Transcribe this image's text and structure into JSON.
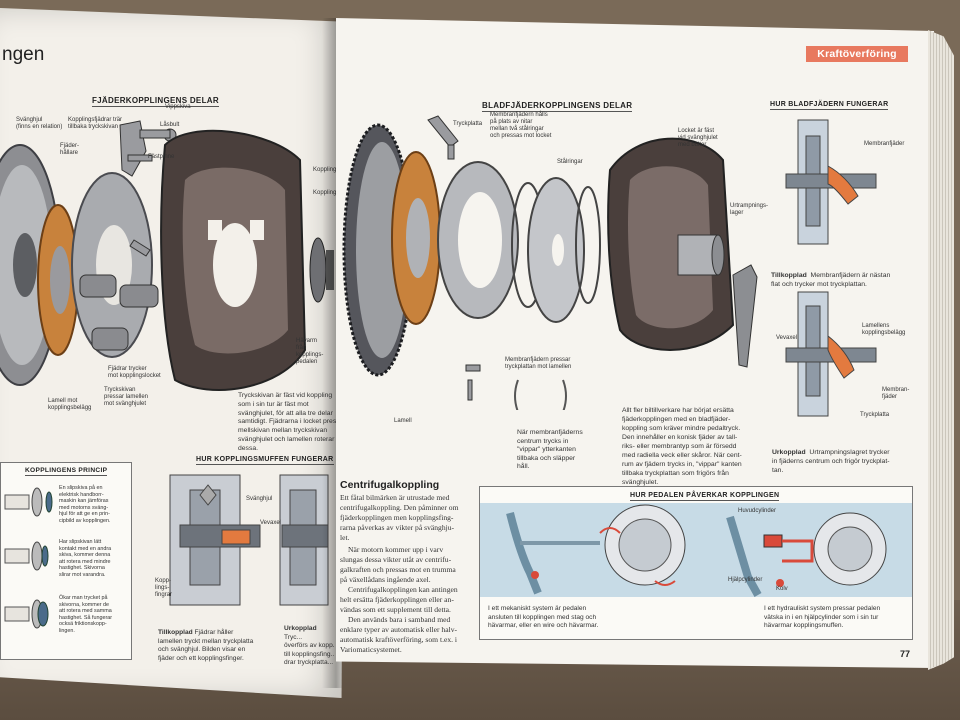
{
  "left": {
    "heading": "ngen",
    "section_title": "FJÄDERKOPPLINGENS DELAR",
    "labels": {
      "svanghjul": "Svänghjul\n(finns en relation)",
      "kopplingsfjader": "Kopplingsfjädrar trär\ntillbaka tryckskivan",
      "fjaderhallare": "Fjäder-\nhållare",
      "vippskiva": "Vippskiva",
      "lasbult": "Låsbult",
      "fastpinne": "Fästpinne",
      "koppling": "Koppling",
      "kopplingsfl": "Kopplings-",
      "lamell": "Lamell mot\nkopplingsbelägg",
      "fjadrar_trycker": "Fjädrar trycker\nmot kopplingslocket",
      "tryckskivan_pressar": "Tryckskivan\npressar lamellen\nmot svänghjulet",
      "havarm": "Hävarm\nfrån\nkopplings-\npedalen"
    },
    "body_text": "Tryckskivan är fäst vid koppling\nsom i sin tur är fäst mot\nsvänghjulet, för att alla tre delar\nsamtidigt. Fjädrarna i locket pressa\nmellskivan mellan tryckskivan\nsvänghjulet och lamellen roterar\ndessa.",
    "muff_title": "HUR KOPPLINGSMUFFEN FUNGERAR",
    "muff_labels": {
      "svanghjul": "Svänghjul",
      "vevaxel": "Vevaxel",
      "kopplingsfingrar": "Kopp-\nlings-\nfingrar"
    },
    "tillkopplad_label": "Tillkopplad",
    "tillkopplad_text": "Fjädrar håller\nlamellen tryckt mellan tryckplatta\noch svänghjul. Bilden visar en\nfjäder och ett kopplingsfinger.",
    "urkopplad_label": "Urkopplad",
    "urkopplad_text": "Tryc...\növerförs av kopp...\ntill kopplingsfing...\ndrar tryckplatta...",
    "princip_title": "KOPPLINGENS PRINCIP",
    "princip_1": "En slipskiva på en\nelektrisk handborr-\nmaskin kan jämföras\nmed motorns sväng-\nhjul för att ge en prin-\ncipbild av kopplingen.",
    "princip_2": "Har slipskivan lätt\nkontakt med en andra\nskiva, kommer denna\natt rotera med mindre\nhastighet. Skivorna\nslirar mot varandra.",
    "princip_3": "Ökar man trycket på\nskivorna, kommer de\natt rotera med samma\nhastighet. Så fungerar\nocksä friktionskopp-\nlingen."
  },
  "right": {
    "category_tab": "Kraftöverföring",
    "section_title": "BLADFJÄDERKOPPLINGENS DELAR",
    "labels": {
      "tryckplatta": "Tryckplatta",
      "membran_halls": "Membranfjädern hålls\npå plats av nitar\nmellan två stålringar\noch pressas mot locket",
      "stalringar": "Stålringar",
      "locket": "Locket är fäst\nvid svänghjulet\nmed bultar",
      "urtrampningslager": "Urtrampnings-\nlager",
      "membran_pressar": "Membranfjädern pressar\ntryckplattan mot lamellen",
      "lamell": "Lamell"
    },
    "caption_membran": "När membranfjäderns\ncentrum trycks in\n\"vippar\" ytterkanten\ntillbaka och släpper\nhåll.",
    "body_text": "Allt fler biltillverkare har börjat ersätta\nfjäderkopplingen med en bladfjäder-\nkoppling som kräver mindre pedaltryck.\nDen innehåller en konisk fjäder av tall-\nriks- eller membrantyp som är försedd\nmed radiella veck eller skåror. När cent-\nrum av fjädern trycks in, \"vippar\" kanten\ntillbaka tryckplattan som frigörs från\nsvänghjulet.",
    "fungerar_title": "HUR BLADFJÄDERN FUNGERAR",
    "membranfjader": "Membranfjäder",
    "tillkopplad_label": "Tillkopplad",
    "tillkopplad_text": "Membranfjädern är nästan\nflat och trycker mot tryckplattan.",
    "vevaxel": "Vevaxel",
    "lamellens": "Lamellens\nkopplingsbelägg",
    "membranfjader2": "Membran-\nfjäder",
    "tryckplatta2": "Tryckplatta",
    "urkopplad_label": "Urkopplad",
    "urkopplad_text": "Urtrampningslagret trycker\nin fjäderns centrum och frigör tryckplat-\ntan.",
    "centrifugal_title": "Centrifugalkoppling",
    "centrifugal_p1": "Ett fåtal bilmärken är utrustade med\ncentrifugalkoppling. Den påminner om\nfjäderkopplingen men kopplingsfing-\nrarna påverkas av vikter på svänghju-\nlet.",
    "centrifugal_p2": "När motorn kommer upp i varv\nslungas dessa vikter utåt av centrifu-\ngalkraften och pressas mot en trumma\npå växellådans ingående axel.",
    "centrifugal_p3": "Centrifugalkopplingen kan antingen\nhelt ersätta fjäderkopplingen eller an-\nvändas som ett supplement till detta.",
    "centrifugal_p4": "Den används bara i samband med\nenklare typer av automatisk eller halv-\nautomatisk kraftöverföring, som t.ex. i\nVariomaticsystemet.",
    "pedal_title": "HUR PEDALEN PÅVERKAR KOPPLINGEN",
    "pedal_labels": {
      "huvudcylinder": "Huvudcylinder",
      "hjalpcylinder": "Hjälpcylinder",
      "kolv": "Kolv"
    },
    "pedal_caption_1": "I ett mekaniskt system är pedalen\nansluten till kopplingen med stag och\nhävarmar, eller en wire och hävarmar.",
    "pedal_caption_2": "I ett hydrauliskt system pressar pedalen\nvätska in i en hjälpcylinder som i sin tur\nhävarmar kopplingsmuffen.",
    "page_number": "77"
  },
  "colors": {
    "accent": "#e8795f",
    "orange_part": "#e37a3f",
    "friction": "#c8823c",
    "metal_dark": "#4a3f3c"
  }
}
